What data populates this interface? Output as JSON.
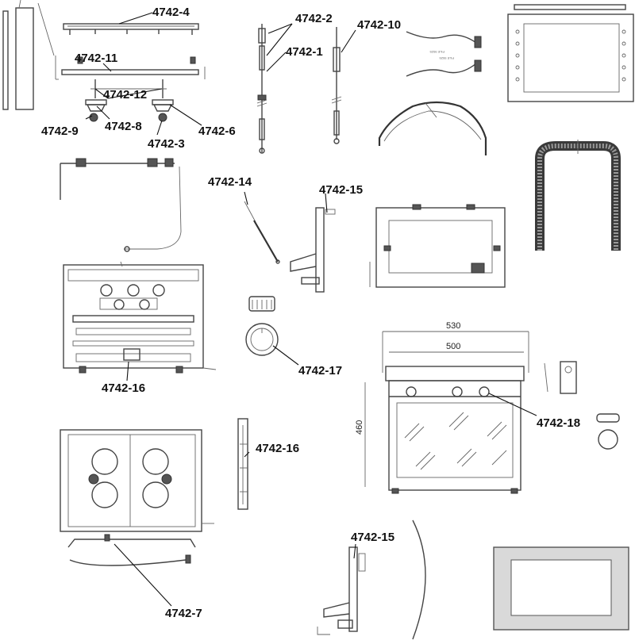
{
  "labels": {
    "l4742_4": "4742-4",
    "l4742_11": "4742-11",
    "l4742_12": "4742-12",
    "l4742_9": "4742-9",
    "l4742_8": "4742-8",
    "l4742_3": "4742-3",
    "l4742_6": "4742-6",
    "l4742_2": "4742-2",
    "l4742_1": "4742-1",
    "l4742_10": "4742-10",
    "l4742_14": "4742-14",
    "l4742_15a": "4742-15",
    "l4742_16a": "4742-16",
    "l4742_17": "4742-17",
    "l4742_18": "4742-18",
    "l4742_16b": "4742-16",
    "l4742_7": "4742-7",
    "l4742_15b": "4742-15"
  },
  "dimensions": {
    "width_outer": "530",
    "width_inner": "500",
    "height": "460"
  },
  "colors": {
    "line": "#444444",
    "text": "#111111",
    "background": "#ffffff"
  }
}
